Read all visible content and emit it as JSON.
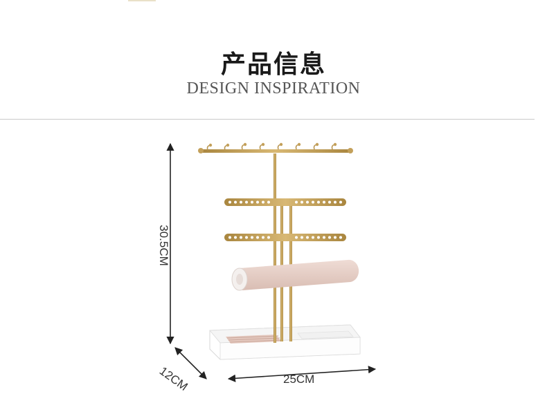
{
  "header": {
    "title_cn": "产品信息",
    "title_en": "DESIGN INSPIRATION"
  },
  "dimensions": {
    "height": "30.5CM",
    "depth": "12CM",
    "width": "25CM"
  },
  "colors": {
    "gold": "#c3a05a",
    "gold_dark": "#9f7d3c",
    "velvet": "#e7cfc7",
    "base": "#ffffff"
  }
}
